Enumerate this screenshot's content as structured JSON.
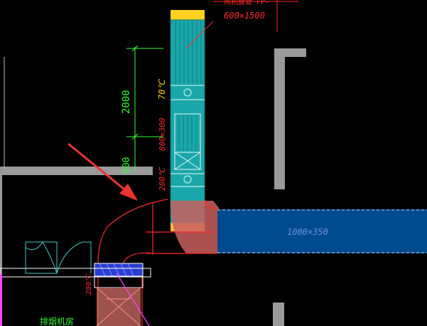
{
  "drawing": {
    "top_label_fragment": "风机盘管 FP-",
    "size_label_top": "600×1500",
    "dim_vertical": "2000",
    "dim_vertical_lower": "800",
    "temp_upper": "70℃",
    "size_label_mid": "800×300",
    "temp_lower": "280℃",
    "duct_size_label": "1000×350",
    "temp_bottom": "280℃",
    "room_label": "排烟机房"
  },
  "colors": {
    "background": "#000000",
    "duct_cyan": "#1aa7a9",
    "duct_blue": "#004a8f",
    "wall_gray": "#9a9a9a",
    "line_red": "#ff2a2a",
    "text_green": "#33ff33",
    "cap_yellow": "#ffd21f",
    "fitting_pink": "#c9605e"
  }
}
